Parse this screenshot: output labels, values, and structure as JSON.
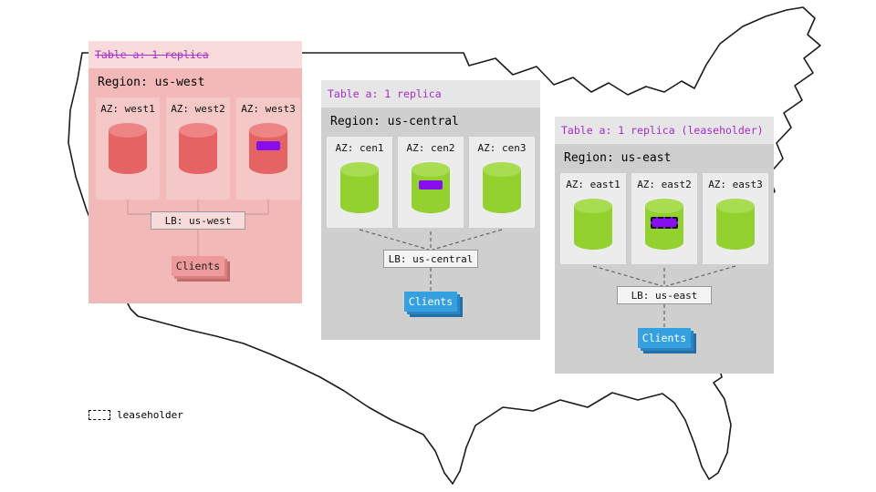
{
  "legend": {
    "label": "leaseholder"
  },
  "colors": {
    "purple_text": "#a62bcb",
    "range_fill": "#880fed",
    "west_body": "#f3b8b8",
    "west_cylinder": "#e66363",
    "gray_body": "#cfcfcf",
    "green_cylinder": "#92d12e",
    "blue_clients": "#35a0e0",
    "pink_clients": "#ef9a9a"
  },
  "regions": [
    {
      "header": "Table a: 1 replica",
      "title": "Region: us-west",
      "azs": [
        {
          "label": "AZ: west1"
        },
        {
          "label": "AZ: west2"
        },
        {
          "label": "AZ: west3"
        }
      ],
      "lb": "LB: us-west",
      "clients": "Clients"
    },
    {
      "header": "Table a: 1 replica",
      "title": "Region: us-central",
      "azs": [
        {
          "label": "AZ: cen1"
        },
        {
          "label": "AZ: cen2"
        },
        {
          "label": "AZ: cen3"
        }
      ],
      "lb": "LB: us-central",
      "clients": "Clients"
    },
    {
      "header": "Table a: 1 replica (leaseholder)",
      "title": "Region: us-east",
      "azs": [
        {
          "label": "AZ: east1"
        },
        {
          "label": "AZ: east2"
        },
        {
          "label": "AZ: east3"
        }
      ],
      "lb": "LB: us-east",
      "clients": "Clients"
    }
  ]
}
